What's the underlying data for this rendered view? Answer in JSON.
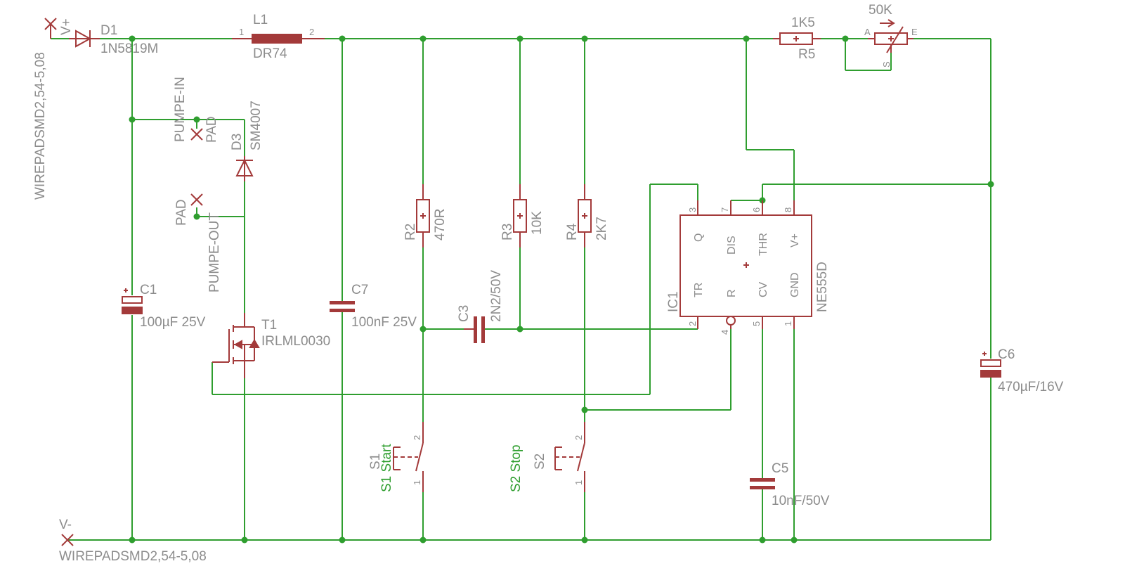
{
  "colors": {
    "wire": "#2f9e2f",
    "symbol": "#a33a3a",
    "label_gray": "#8c8c8c",
    "label_green": "#2f9e2f",
    "background": "#ffffff"
  },
  "components": {
    "d1": {
      "name": "D1",
      "value": "1N5819M"
    },
    "l1": {
      "name": "L1",
      "value": "DR74",
      "pin1": "1",
      "pin2": "2"
    },
    "d3": {
      "name": "D3",
      "value": "SM4007"
    },
    "c1": {
      "name": "C1",
      "value": "100µF 25V"
    },
    "t1": {
      "name": "T1",
      "value": "IRLML0030"
    },
    "c7": {
      "name": "C7",
      "value": "100nF 25V"
    },
    "r2": {
      "name": "R2",
      "value": "470R"
    },
    "r3": {
      "name": "R3",
      "value": "10K"
    },
    "r4": {
      "name": "R4",
      "value": "2K7"
    },
    "c3": {
      "name": "C3",
      "value": "2N2/50V"
    },
    "r5": {
      "name": "R5",
      "value": "1K5"
    },
    "pot": {
      "value": "50K",
      "pin_a": "A",
      "pin_e": "E",
      "pin_s": "S"
    },
    "ic1": {
      "name": "IC1",
      "value": "NE555D",
      "pins": {
        "q": "Q",
        "dis": "DIS",
        "thr": "THR",
        "vplus": "V+",
        "tr": "TR",
        "r": "R",
        "cv": "CV",
        "gnd": "GND",
        "n3": "3",
        "n7": "7",
        "n6": "6",
        "n8": "8",
        "n2": "2",
        "n4": "4",
        "n5": "5",
        "n1": "1"
      }
    },
    "c6": {
      "name": "C6",
      "value": "470µF/16V"
    },
    "c5": {
      "name": "C5",
      "value": "10nF/50V"
    },
    "s1": {
      "name": "S1",
      "label": "S1 Start",
      "pin1": "1",
      "pin2": "2"
    },
    "s2": {
      "name": "S2",
      "label": "S2 Stop",
      "pin1": "1",
      "pin2": "2"
    }
  },
  "pads": {
    "vplus": {
      "name": "V+",
      "package": "WIREPADSMD2,54-5,08"
    },
    "vminus": {
      "name": "V-",
      "package": "WIREPADSMD2,54-5,08"
    },
    "pumpe_in": {
      "name": "PUMPE-IN",
      "value": "PAD"
    },
    "pumpe_out": {
      "name": "PUMPE-OUT",
      "value": "PAD"
    }
  }
}
